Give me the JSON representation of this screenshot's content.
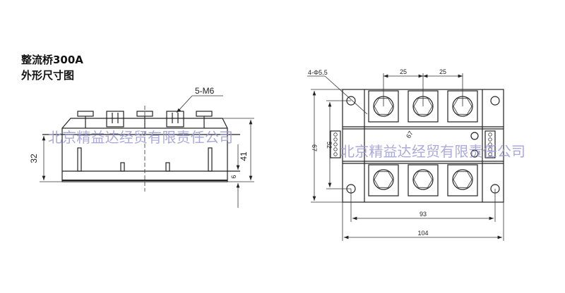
{
  "title": {
    "line1": "整流桥300A",
    "line2": "外形尺寸图"
  },
  "side_view": {
    "terminal_label": "5-M6",
    "dim_height_total": "41",
    "dim_height_body": "32",
    "dim_base": "6"
  },
  "top_view": {
    "hole_label": "4-Φ5.5",
    "dim_pitch_1": "25",
    "dim_pitch_2": "25",
    "dim_width_total": "104",
    "dim_hole_span_x": "93",
    "dim_height_total": "67",
    "dim_hole_span_y": "52",
    "center_label": "67"
  },
  "watermark": {
    "left": "北京精益达经贸有限责任公司",
    "right": "北京精益达经贸有限责任公司"
  },
  "colors": {
    "line": "#222222",
    "watermark": "#9c9cd6"
  }
}
